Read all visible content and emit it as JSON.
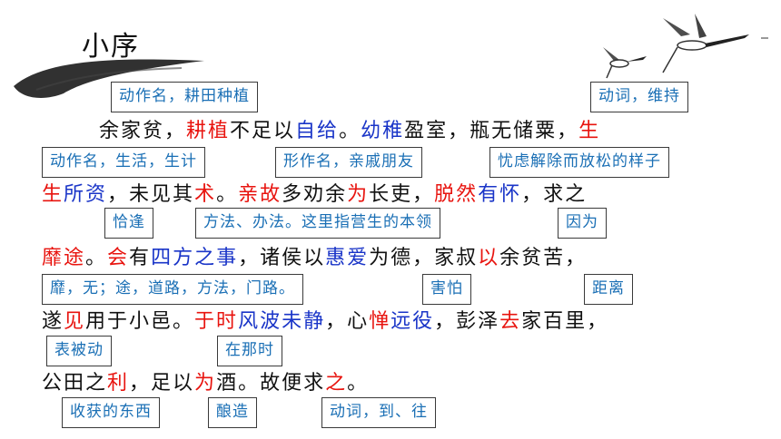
{
  "title": "小序",
  "notes": [
    "动作名，耕田种植",
    "动词，维持",
    "动作名，生活，生计",
    "形作名，亲戚朋友",
    "忧虑解除而放松的样子",
    "恰逢",
    "方法、办法。这里指营生的本领",
    "因为",
    "靡，无；途，道路，方法，门路。",
    "害怕",
    "距离",
    "表被动",
    "在那时",
    "收获的东西",
    "酿造",
    "动词，到、往"
  ],
  "lines": [
    [
      {
        "t": "余家贫，",
        "c": "k"
      },
      {
        "t": "耕植",
        "c": "r"
      },
      {
        "t": "不足以",
        "c": "k"
      },
      {
        "t": "自给",
        "c": "b"
      },
      {
        "t": "。",
        "c": "k"
      },
      {
        "t": "幼稚",
        "c": "b"
      },
      {
        "t": "盈室，瓶无储粟，",
        "c": "k"
      },
      {
        "t": "生",
        "c": "r"
      }
    ],
    [
      {
        "t": "生",
        "c": "r"
      },
      {
        "t": "所资",
        "c": "b"
      },
      {
        "t": "，未见其",
        "c": "k"
      },
      {
        "t": "术",
        "c": "r"
      },
      {
        "t": "。",
        "c": "k"
      },
      {
        "t": "亲故",
        "c": "r"
      },
      {
        "t": "多劝余",
        "c": "k"
      },
      {
        "t": "为",
        "c": "r"
      },
      {
        "t": "长吏，",
        "c": "k"
      },
      {
        "t": "脱然",
        "c": "r"
      },
      {
        "t": "有怀",
        "c": "b"
      },
      {
        "t": "，求之",
        "c": "k"
      }
    ],
    [
      {
        "t": "靡途",
        "c": "r"
      },
      {
        "t": "。",
        "c": "k"
      },
      {
        "t": "会",
        "c": "r"
      },
      {
        "t": "有",
        "c": "k"
      },
      {
        "t": "四方之事",
        "c": "b"
      },
      {
        "t": "，诸侯以",
        "c": "k"
      },
      {
        "t": "惠爱",
        "c": "b"
      },
      {
        "t": "为德，家叔",
        "c": "k"
      },
      {
        "t": "以",
        "c": "r"
      },
      {
        "t": "余贫苦，",
        "c": "k"
      }
    ],
    [
      {
        "t": "遂",
        "c": "k"
      },
      {
        "t": "见",
        "c": "r"
      },
      {
        "t": "用于小邑。",
        "c": "k"
      },
      {
        "t": "于时",
        "c": "r"
      },
      {
        "t": "风波未静",
        "c": "b"
      },
      {
        "t": "，心",
        "c": "k"
      },
      {
        "t": "惮",
        "c": "r"
      },
      {
        "t": "远役",
        "c": "b"
      },
      {
        "t": "，彭泽",
        "c": "k"
      },
      {
        "t": "去",
        "c": "r"
      },
      {
        "t": "家百里，",
        "c": "k"
      }
    ],
    [
      {
        "t": "公田之",
        "c": "k"
      },
      {
        "t": "利",
        "c": "r"
      },
      {
        "t": "，足以",
        "c": "k"
      },
      {
        "t": "为",
        "c": "r"
      },
      {
        "t": "酒。故便求",
        "c": "k"
      },
      {
        "t": "之",
        "c": "r"
      },
      {
        "t": "。",
        "c": "k"
      }
    ]
  ]
}
